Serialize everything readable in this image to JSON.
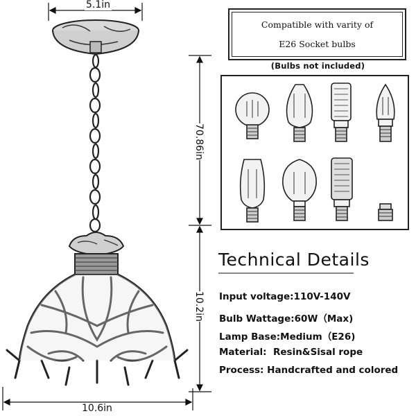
{
  "dimensions": {
    "width_top": "5.1in",
    "height_chain": "70.86in",
    "height_shade": "10.2in",
    "width_bottom": "10.6in"
  },
  "compatibility": {
    "line1": "Compatible with varity of",
    "line2": "E26 Socket bulbs",
    "note": "(Bulbs not included)"
  },
  "bulb_icons": [
    "globe-bulb-icon",
    "st64-bulb-icon",
    "corn-bulb-icon",
    "candle-bulb-icon",
    "t45-bulb-icon",
    "a19-bulb-icon",
    "corn-long-bulb-icon",
    "small-socket-icon"
  ],
  "technical": {
    "title": "Technical Details",
    "specs": [
      {
        "label": "Input voltage:",
        "value": "110V-140V"
      },
      {
        "label": "Bulb Wattage:",
        "value": "60W（Max)"
      },
      {
        "label": "Lamp Base:",
        "value": "Medium（E26)"
      },
      {
        "label": "Material:",
        "value": "  Resin&Sisal rope"
      },
      {
        "label": "Process:",
        "value": " Handcrafted and colored"
      }
    ]
  }
}
